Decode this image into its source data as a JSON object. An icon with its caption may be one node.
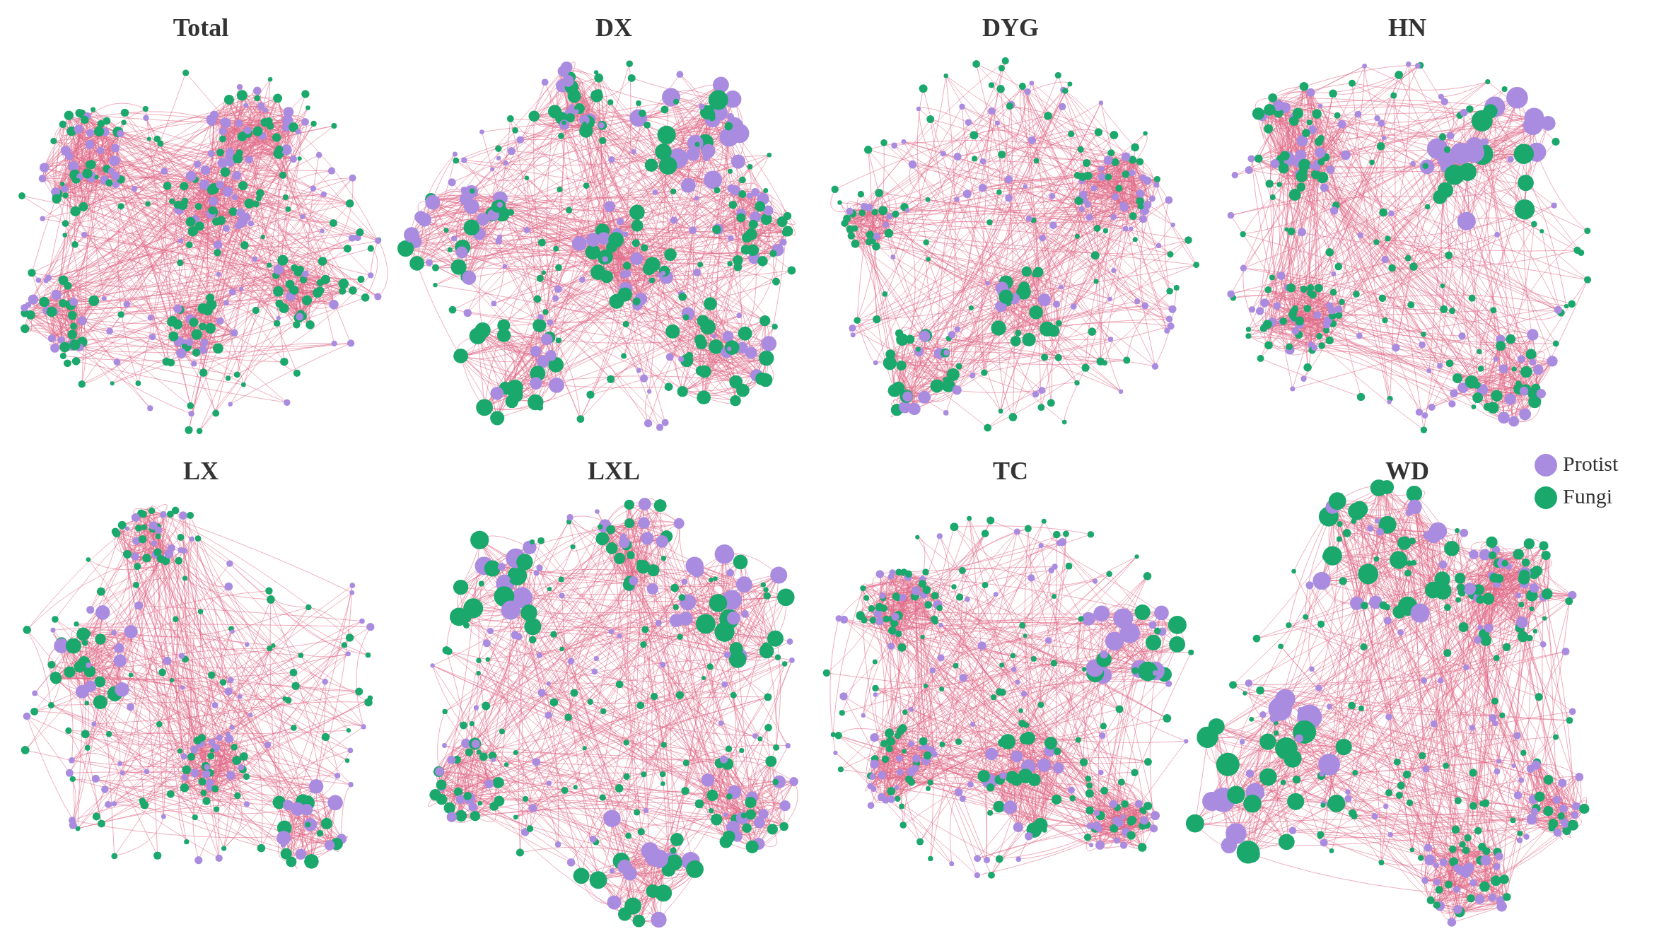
{
  "diagram": {
    "labels": [
      "Total",
      "DX",
      "DYG",
      "HN",
      "LX",
      "LXL",
      "TC",
      "WD"
    ],
    "legend": [
      {
        "text": "Protist",
        "color": "#a98be0"
      },
      {
        "text": "Fungi",
        "color": "#1aa86c"
      }
    ]
  }
}
